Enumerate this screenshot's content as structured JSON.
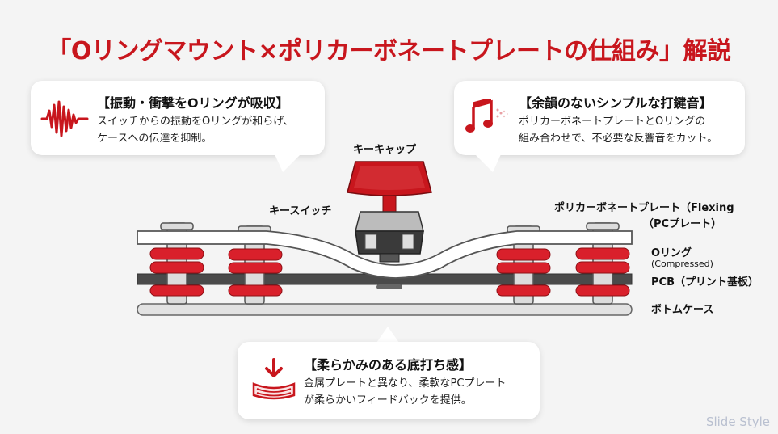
{
  "title": "「Oリングマウント×ポリカーボネートプレートの仕組み」解説",
  "callouts": {
    "vibration": {
      "head": "【振動・衝撃をOリングが吸収】",
      "line1": "スイッチからの振動をOリングが和らげ、",
      "line2": "ケースへの伝達を抑制。",
      "icon": "waveform-icon"
    },
    "sound": {
      "head": "【余韻のないシンプルな打鍵音】",
      "line1": "ポリカーボネートプレートとOリングの",
      "line2": "組み合わせで、不必要な反響音をカット。",
      "icon": "music-note-icon"
    },
    "feel": {
      "head": "【柔らかみのある底打ち感】",
      "line1": "金属プレートと異なり、柔軟なPCプレート",
      "line2": "が柔らかいフィードバックを提供。",
      "icon": "soft-landing-icon"
    }
  },
  "labels": {
    "keycap": "キーキャップ",
    "switch": "キースイッチ",
    "plate_line1": "ポリカーボネートプレート（Flexing",
    "plate_line2": "（PCプレート）",
    "oring": "Oリング",
    "oring_sub": "(Compressed)",
    "pcb": "PCB（プリント基板）",
    "bottom_case": "ボトムケース"
  },
  "watermark": "Slide Style",
  "colors": {
    "accent": "#c8161d",
    "oring": "#d9202b",
    "pcb": "#4a4a4a",
    "plate": "#ffffff",
    "case": "#e2e2e2"
  }
}
